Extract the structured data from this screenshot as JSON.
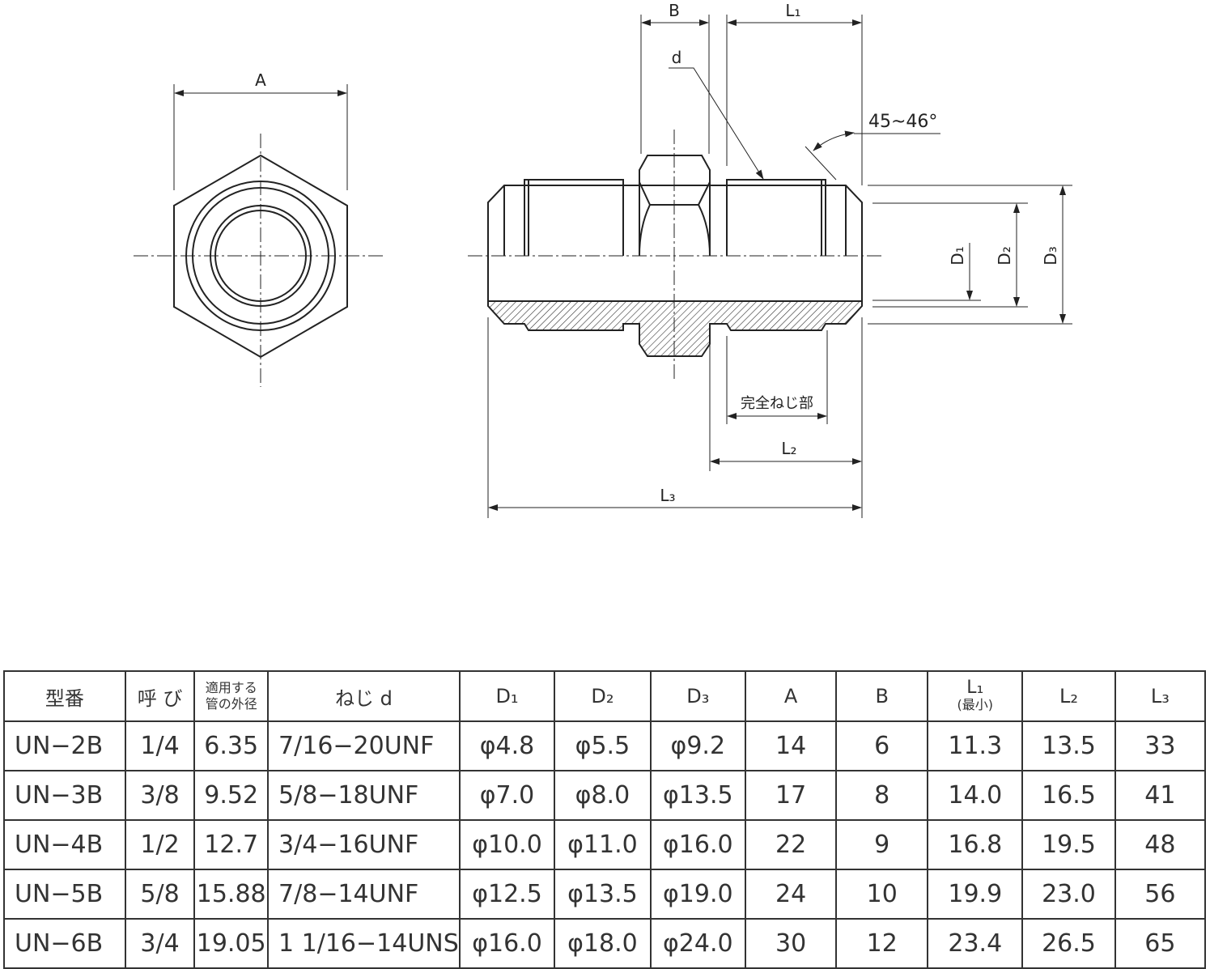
{
  "drawing": {
    "labels": {
      "A": "A",
      "B": "B",
      "L1": "L₁",
      "d": "d",
      "angle": "45~46°",
      "D1": "D₁",
      "D2": "D₂",
      "D3": "D₃",
      "full_thread": "完全ねじ部",
      "L2": "L₂",
      "L3": "L₃"
    }
  },
  "table": {
    "headers": [
      "型番",
      "呼 び",
      "適用する",
      "管の外径",
      "ねじ d",
      "D₁",
      "D₂",
      "D₃",
      "A",
      "B",
      "L₁",
      "(最小)",
      "L₂",
      "L₃"
    ],
    "rows": [
      [
        "UN−2B",
        "1/4",
        "6.35",
        "7/16−20UNF",
        "φ4.8",
        "φ5.5",
        "φ9.2",
        "14",
        "6",
        "11.3",
        "13.5",
        "33"
      ],
      [
        "UN−3B",
        "3/8",
        "9.52",
        "5/8−18UNF",
        "φ7.0",
        "φ8.0",
        "φ13.5",
        "17",
        "8",
        "14.0",
        "16.5",
        "41"
      ],
      [
        "UN−4B",
        "1/2",
        "12.7",
        "3/4−16UNF",
        "φ10.0",
        "φ11.0",
        "φ16.0",
        "22",
        "9",
        "16.8",
        "19.5",
        "48"
      ],
      [
        "UN−5B",
        "5/8",
        "15.88",
        "7/8−14UNF",
        "φ12.5",
        "φ13.5",
        "φ19.0",
        "24",
        "10",
        "19.9",
        "23.0",
        "56"
      ],
      [
        "UN−6B",
        "3/4",
        "19.05",
        "1 1/16−14UNS",
        "φ16.0",
        "φ18.0",
        "φ24.0",
        "30",
        "12",
        "23.4",
        "26.5",
        "65"
      ]
    ]
  }
}
